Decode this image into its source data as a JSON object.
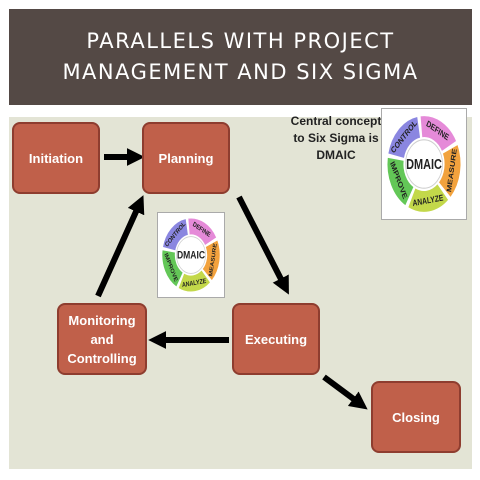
{
  "header": {
    "line1": "PARALLELS WITH PROJECT",
    "line2": "MANAGEMENT AND SIX SIGMA"
  },
  "nodes": {
    "initiation": "Initiation",
    "planning": "Planning",
    "monitoring_line1": "Monitoring",
    "monitoring_line2": "and",
    "monitoring_line3": "Controlling",
    "executing": "Executing",
    "closing": "Closing"
  },
  "note": {
    "line1": "Central concept",
    "line2": "to Six Sigma is",
    "line3": "DMAIC"
  },
  "dmaic": {
    "center": "DMAIC",
    "phases": [
      "DEFINE",
      "MEASURE",
      "ANALYZE",
      "IMPROVE",
      "CONTROL"
    ],
    "colors": [
      "#e58ad8",
      "#f2a23d",
      "#c3d84a",
      "#63c757",
      "#8a86e0"
    ]
  },
  "colors": {
    "header_bg": "#544945",
    "panel_bg": "#e3e4d5",
    "node_fill": "#c0604a",
    "node_border": "#8e3d2f"
  }
}
